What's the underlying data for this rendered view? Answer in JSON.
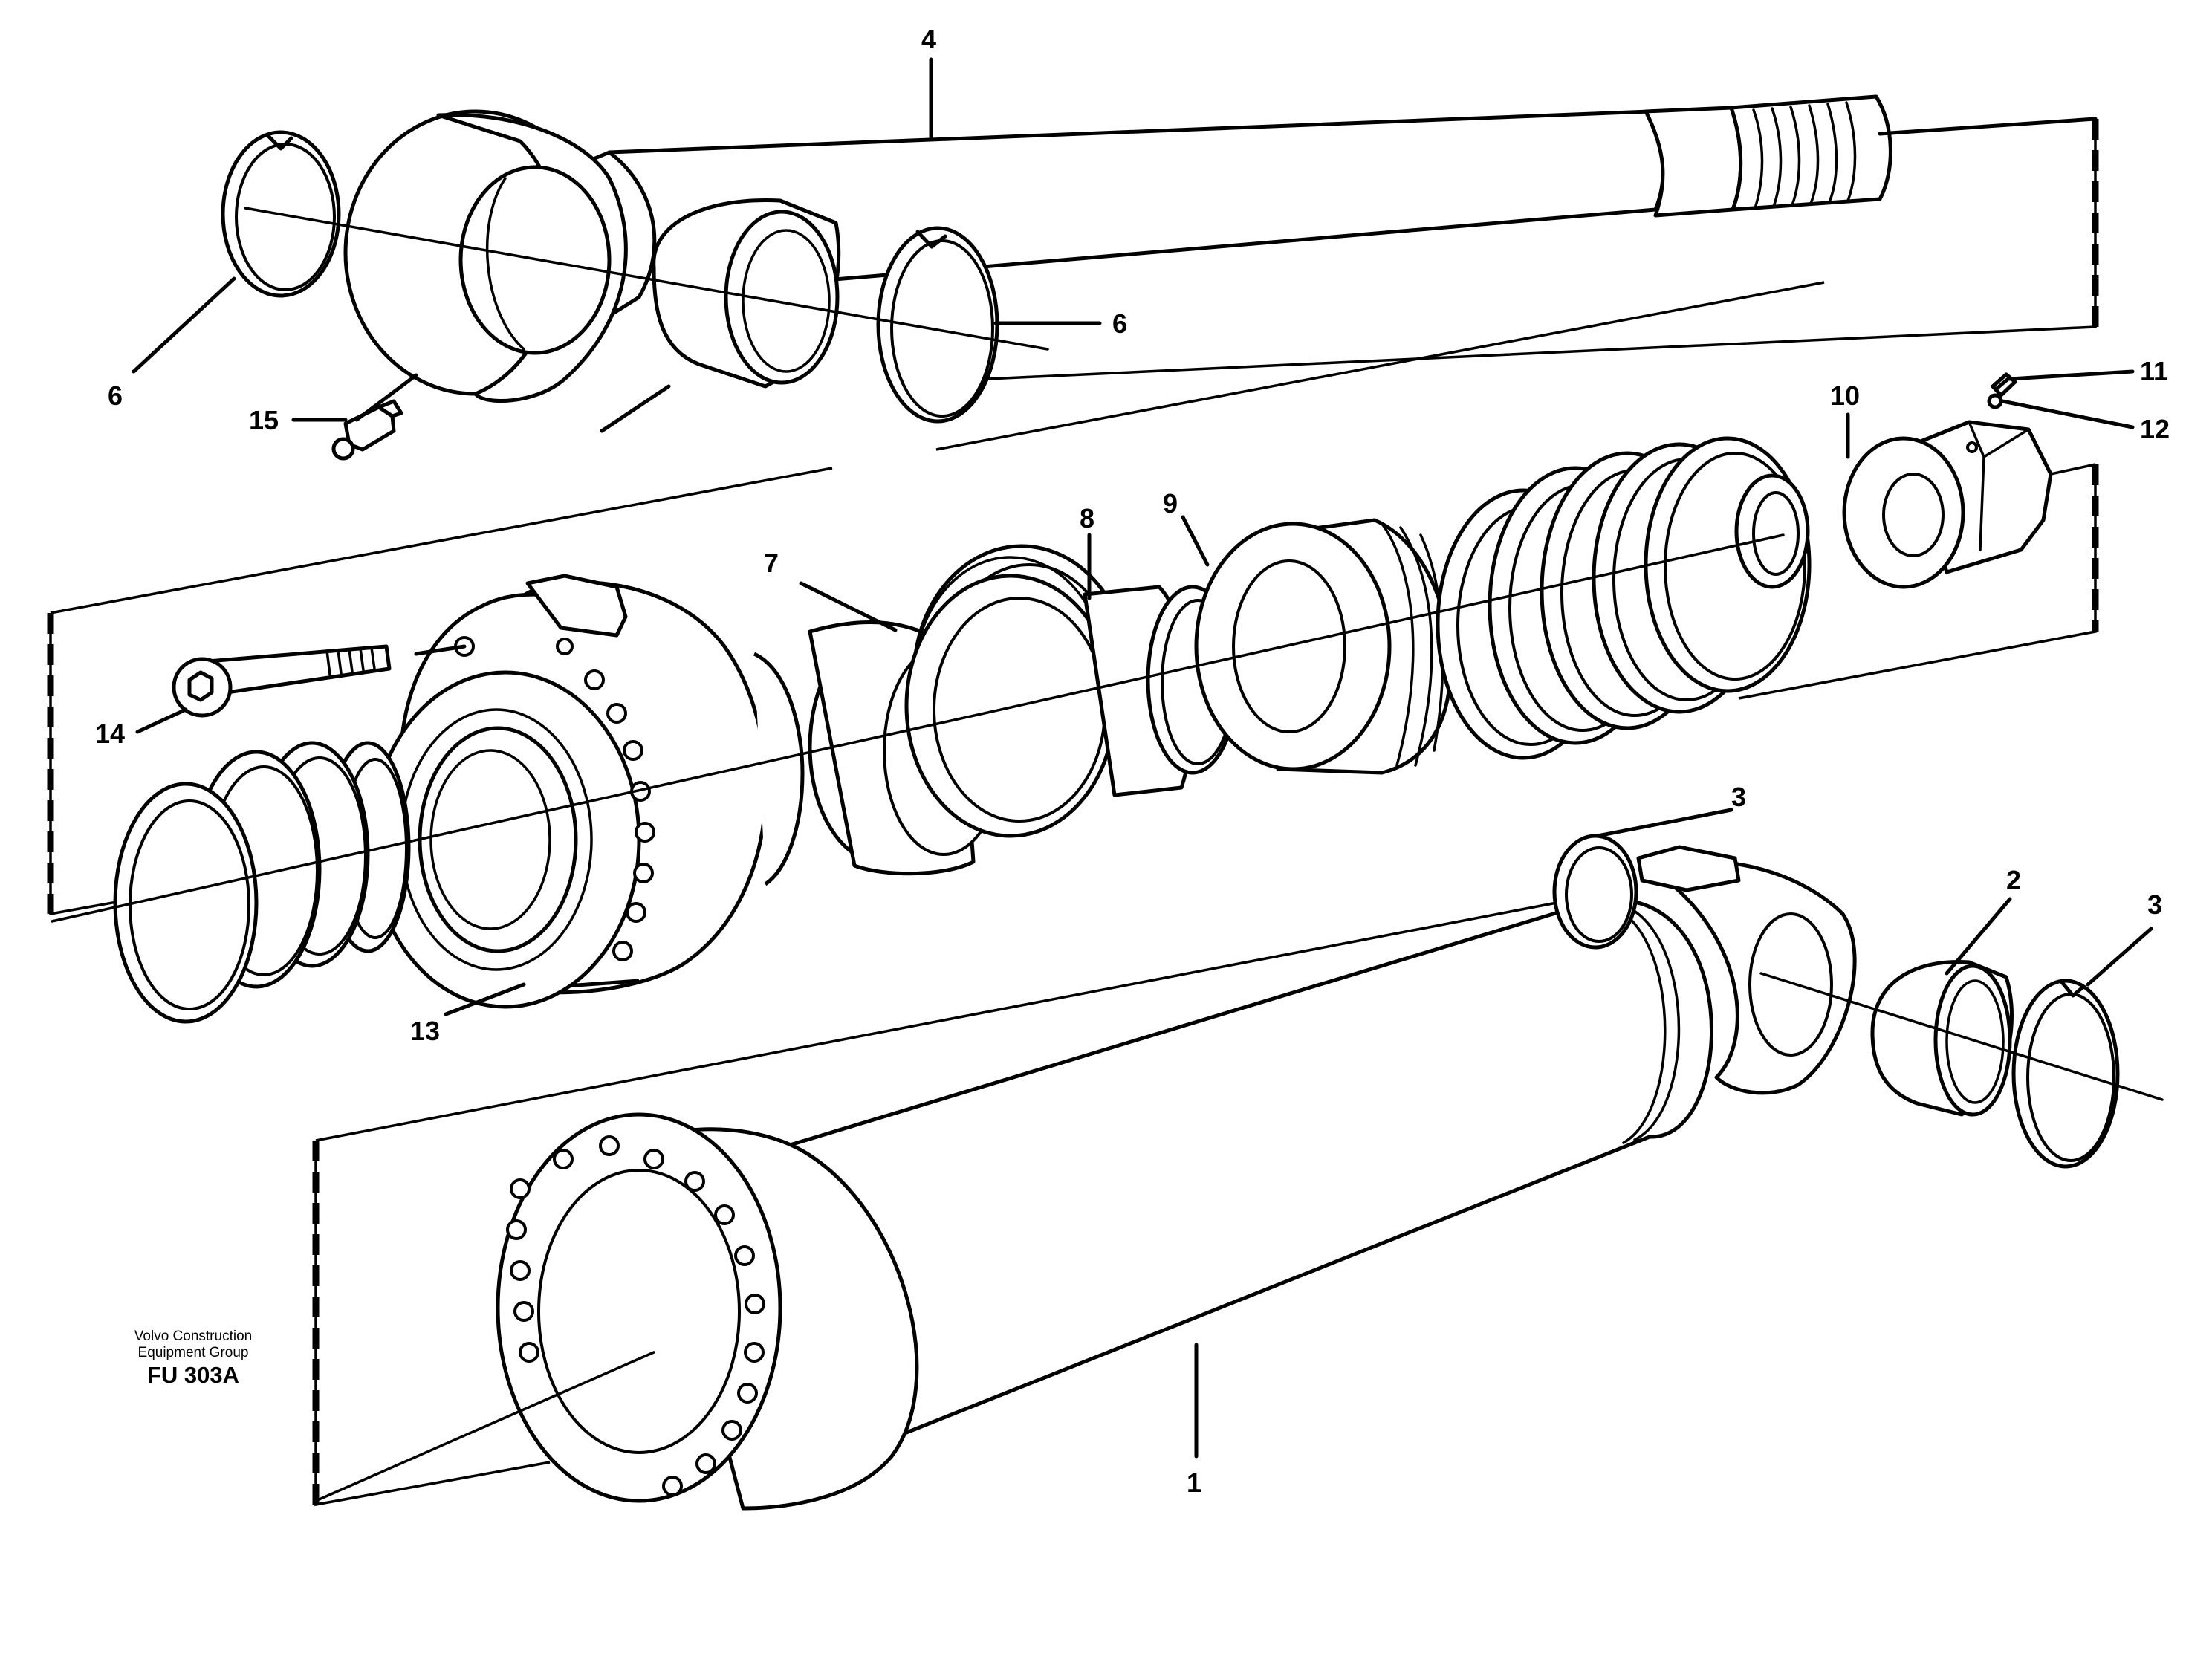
{
  "credit": {
    "line1": "Volvo Construction",
    "line2": "Equipment Group",
    "code": "FU 303A"
  },
  "callouts": {
    "c1": "1",
    "c2": "2",
    "c3a": "3",
    "c3b": "3",
    "c4": "4",
    "c6a": "6",
    "c6b": "6",
    "c7": "7",
    "c8": "8",
    "c9": "9",
    "c10": "10",
    "c11": "11",
    "c12": "12",
    "c13": "13",
    "c14": "14",
    "c15": "15"
  }
}
